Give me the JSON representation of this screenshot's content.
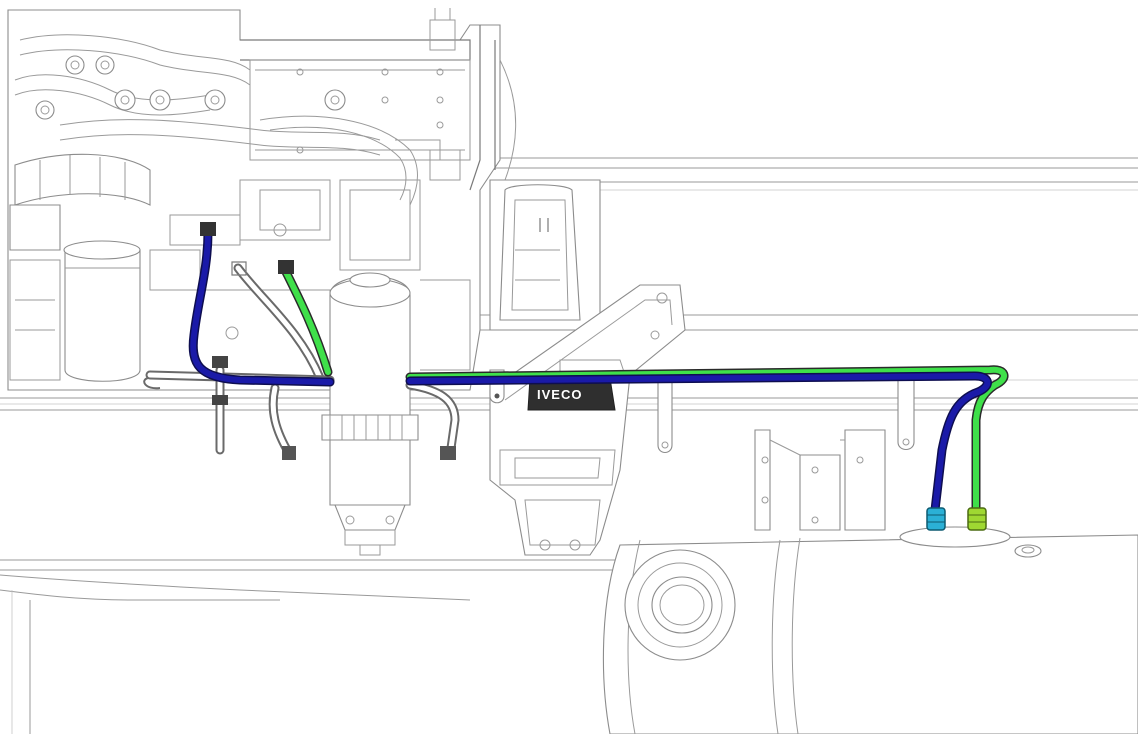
{
  "diagram": {
    "brand_logo": "IVECO",
    "colors": {
      "supply_line": "#1a1aa8",
      "return_line": "#3fe04a",
      "supply_connector": "#2bb0d6",
      "return_connector": "#9fd832",
      "outline": "#8c8c8c",
      "background": "#ffffff"
    },
    "components": [
      {
        "id": "engine-block",
        "icon": "engine-icon"
      },
      {
        "id": "fuel-filter",
        "icon": "fuel-filter-icon"
      },
      {
        "id": "mounting-bracket",
        "icon": "bracket-icon"
      },
      {
        "id": "fuel-tank",
        "icon": "fuel-tank-icon"
      },
      {
        "id": "fuel-supply-line",
        "icon": "pipe-icon"
      },
      {
        "id": "fuel-return-line",
        "icon": "pipe-icon"
      },
      {
        "id": "tank-connectors",
        "icon": "connector-icon"
      }
    ]
  }
}
